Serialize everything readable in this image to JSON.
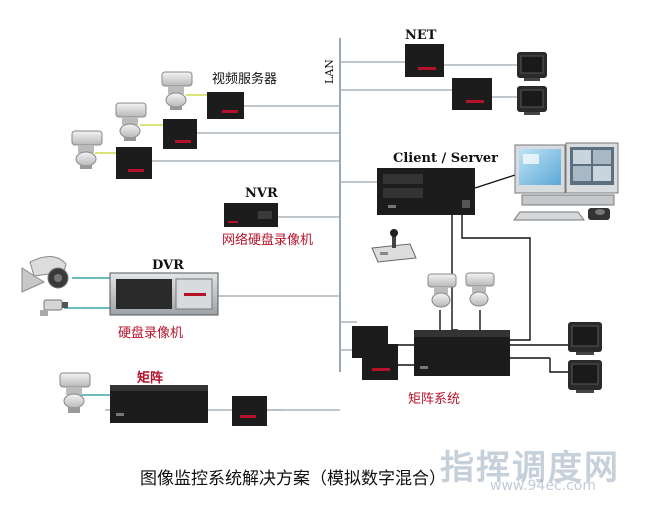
{
  "diagram": {
    "network_label": "LAN",
    "labels": {
      "net": "NET",
      "video_server": "视频服务器",
      "client_server": "Client / Server",
      "nvr": "NVR",
      "nvr_cn": "网络硬盘录像机",
      "dvr": "DVR",
      "dvr_cn": "硬盘录像机",
      "matrix": "矩阵",
      "matrix_system": "矩阵系统"
    },
    "caption": "图像监控系统解决方案（模拟数字混合）",
    "watermark": "指挥调度网",
    "watermark_url": "www.94ec.com"
  },
  "colors": {
    "line_gray": "#9aa7b0",
    "line_cyan": "#3aa6a6",
    "line_black": "#111111",
    "device_dark": "#1c1c1c",
    "device_silver": "#cfd3d6",
    "accent_red": "#b5122a"
  }
}
